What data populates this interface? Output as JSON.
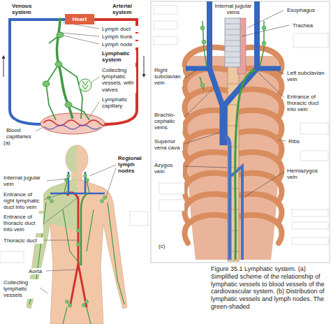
{
  "diagram": {
    "caption": "Figure 35.1 Lymphatic system. (a) Simplified scheme of the relationship of lymphatic vessels to blood vessels of the cardiovascular system. (b) Distribution of lymphatic vessels and lymph nodes. The green-shaded",
    "nodes": [
      {
        "text": [
          "Heart"
        ]
      }
    ],
    "labels": [
      "Venous system",
      "Arterial system",
      "Lymph duct",
      "Lymph trunk",
      "Lymph node",
      "Lymphatic system",
      "Collecting lymphatic vessels, with valves",
      "Lymphatic capillary",
      "Blood capillaries",
      "(a)",
      "Regional lymph nodes",
      "Internal jugular vein",
      "Entrance of right lymphatic duct into vein",
      "Entrance of thoracic duct into vein",
      "Thoracic duct",
      "Aorta",
      "Collecting lymphatic vessels",
      "Internal jugular veins",
      "Esophagus",
      "Trachea",
      "Right subclavian vein",
      "Left subclavian vein",
      "Entrance of thoracic duct into vein",
      "Brachio-cephalic veins",
      "Superior vena cava",
      "Azygos vein",
      "Ribs",
      "Hemiazygos vein",
      "(c)"
    ]
  }
}
